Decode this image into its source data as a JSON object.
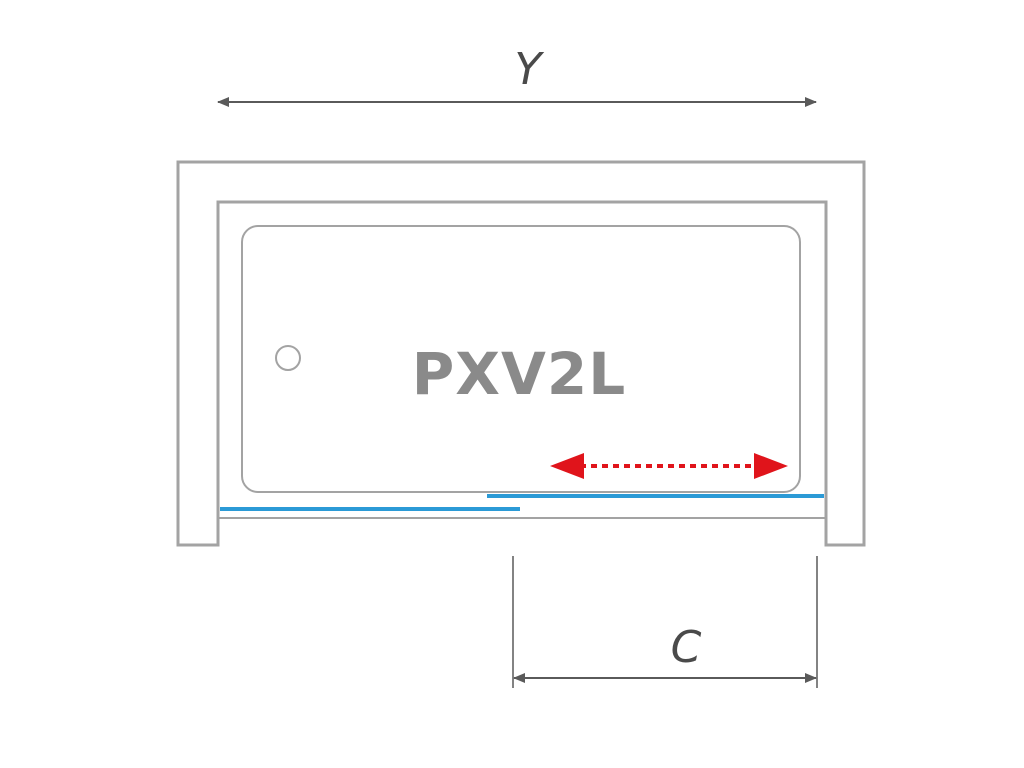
{
  "labels": {
    "width_dimension": "Y",
    "opening_dimension": "C",
    "model_code": "PXV2L"
  },
  "colors": {
    "outline": "#a3a3a3",
    "dimension_line": "#5a5a5a",
    "glass_panel": "#2b9ad6",
    "slide_arrow": "#e0141b",
    "background": "#ffffff"
  }
}
